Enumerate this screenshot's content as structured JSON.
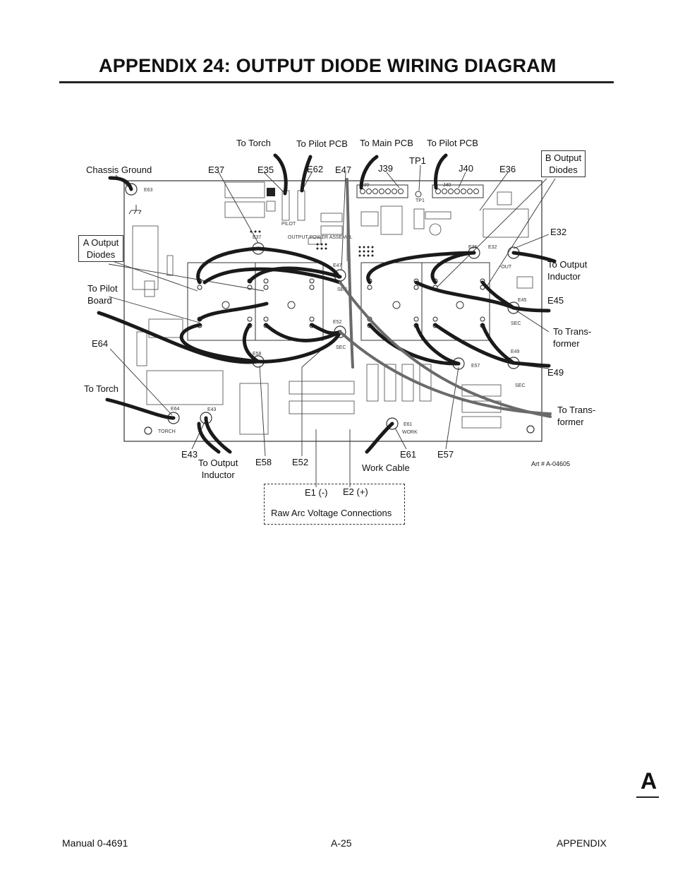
{
  "title": "APPENDIX 24:  OUTPUT DIODE WIRING DIAGRAM",
  "labels": {
    "to_torch_top": "To Torch",
    "to_pilot_pcb_left": "To Pilot PCB",
    "to_main_pcb": "To Main PCB",
    "to_pilot_pcb_right": "To Pilot PCB",
    "tp1": "TP1",
    "chassis_ground": "Chassis Ground",
    "e37": "E37",
    "e35": "E35",
    "e62": "E62",
    "e47": "E47",
    "j39": "J39",
    "j40": "J40",
    "e36": "E36",
    "b_output_diodes_l1": "B Output",
    "b_output_diodes_l2": "Diodes",
    "e32": "E32",
    "a_output_diodes_l1": "A Output",
    "a_output_diodes_l2": "Diodes",
    "to_output_inductor_right_l1": "To Output",
    "to_output_inductor_right_l2": "Inductor",
    "to_pilot_board_l1": "To Pilot",
    "to_pilot_board_l2": "Board",
    "e45": "E45",
    "to_transformer_1_l1": "To Trans-",
    "to_transformer_1_l2": "former",
    "e64": "E64",
    "e49": "E49",
    "to_torch_left": "To Torch",
    "to_transformer_2_l1": "To Trans-",
    "to_transformer_2_l2": "former",
    "e43": "E43",
    "to_output_inductor_bottom_l1": "To Output",
    "to_output_inductor_bottom_l2": "Inductor",
    "e58": "E58",
    "e52": "E52",
    "work_cable": "Work Cable",
    "e61": "E61",
    "e57": "E57",
    "e1": "E1 (-)",
    "e2": "E2 (+)",
    "raw_arc": "Raw Arc Voltage Connections",
    "art_number": "Art # A-04605"
  },
  "pcb_text": {
    "e63": "E63",
    "pilot": "PILOT",
    "output_power": "OUTPUT  POWER  ASSEMBL",
    "torch": "TORCH",
    "work": "WORK",
    "sec1": "SEC",
    "sec2": "SEC",
    "sec3": "SEC",
    "sec4": "SEC",
    "e37": "E37",
    "e36": "E36",
    "e32": "E32",
    "e45": "E45",
    "e47": "E47",
    "e52": "E52",
    "e57": "E57",
    "e58": "E58",
    "e64": "E64",
    "e43": "E43",
    "e61": "E61",
    "e49": "E49",
    "j39": "J39",
    "j40": "J40",
    "tp1": "TP1",
    "out": "-OUT"
  },
  "footer": {
    "manual": "Manual 0-4691",
    "page": "A-25",
    "section": "APPENDIX"
  },
  "tab": "A",
  "colors": {
    "wire": "#1a1a1a",
    "gray_wire": "#6a6a6a",
    "board_outline": "#333333"
  }
}
